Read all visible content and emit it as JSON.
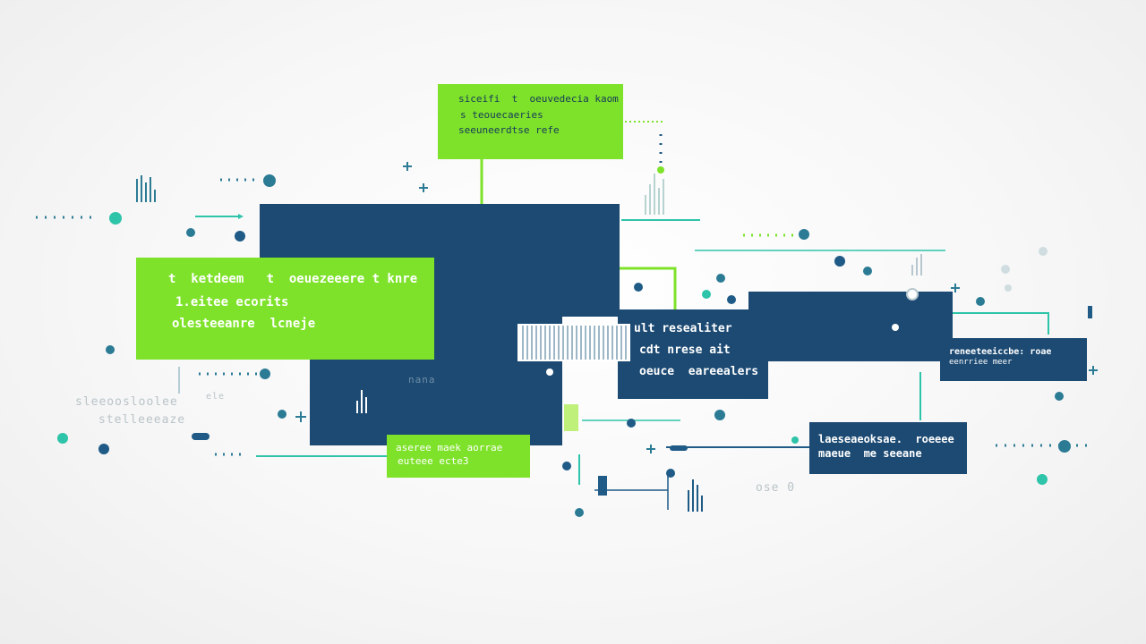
{
  "colors": {
    "navy": "#1c4a73",
    "green": "#7ee22a",
    "teal": "#2ec4a9",
    "dot_dark": "#1f5b86",
    "dot_teal": "#3aa8a0"
  },
  "callouts": {
    "top_green": {
      "lines": [
        "siceifi  t  oeuvedecia kaom",
        "s teouecaeries",
        "seeuneerdtse refe"
      ]
    },
    "left_green": {
      "lines": [
        "t  ketdeem   t  oeuezeeere t knre",
        "1.eitee ecorits",
        "olesteeanre  lcneje"
      ]
    },
    "bottom_green": {
      "lines": [
        "aseree maek aorrae",
        "euteee ecte3"
      ]
    },
    "center_panel": {
      "lines": [
        "ult resealiter",
        "cdt nrese ait",
        "oeuce  eareealers"
      ]
    },
    "right_small": {
      "lines": [
        "reneeteeiccbe: roae",
        "eenrriee meer"
      ]
    },
    "bottom_right": {
      "lines": [
        "laeseaeoksae.  roeeee",
        "maeue  me seeane"
      ]
    }
  },
  "faint_text": {
    "left_lines": [
      "sleeoosloolee",
      "stelleeeaze"
    ],
    "left_label": "ele",
    "bottom_label": "ose 0",
    "center_label": "nana"
  }
}
